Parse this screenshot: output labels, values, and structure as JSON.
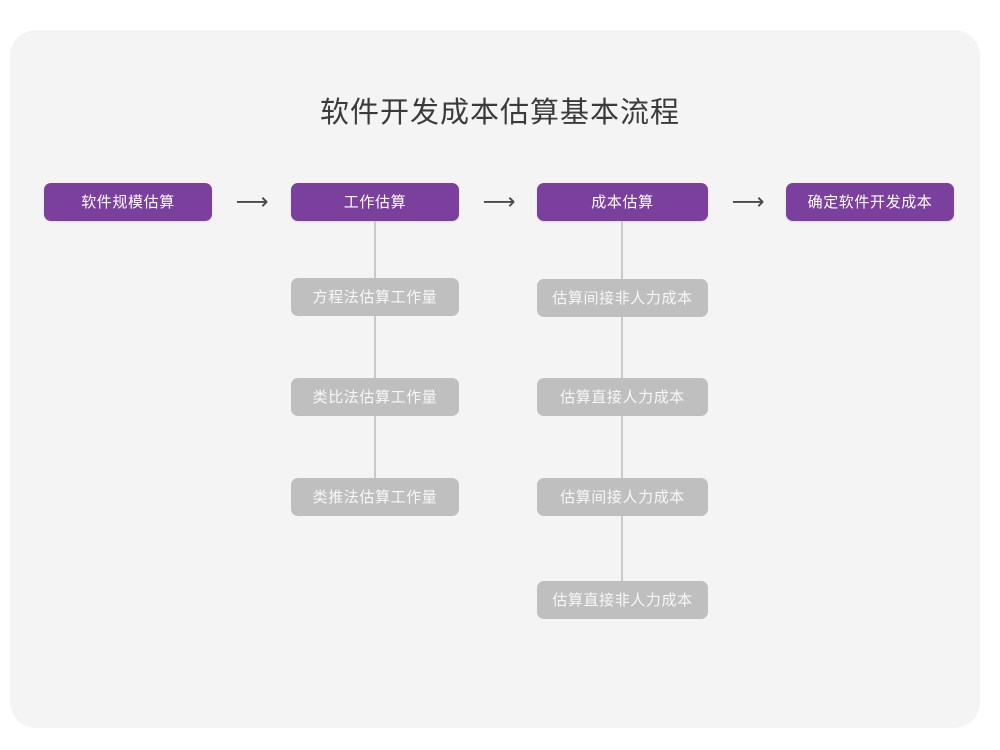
{
  "diagram": {
    "title": "软件开发成本估算基本流程",
    "colors": {
      "card_background": "#f4f4f5",
      "page_background": "#ffffff",
      "primary_node": "#7b3f9d",
      "sub_node": "#bfbfbf",
      "connector_line": "#c9c9c9",
      "title_text": "#3b3b3b",
      "arrow": "#4a4a4a"
    },
    "arrow_glyph": "⟶",
    "stages": [
      {
        "id": "stage-1",
        "label": "软件规模估算",
        "substeps": []
      },
      {
        "id": "stage-2",
        "label": "工作估算",
        "substeps": [
          "方程法估算工作量",
          "类比法估算工作量",
          "类推法估算工作量"
        ]
      },
      {
        "id": "stage-3",
        "label": "成本估算",
        "substeps": [
          "估算间接非人力成本",
          "估算直接人力成本",
          "估算间接人力成本",
          "估算直接非人力成本"
        ]
      },
      {
        "id": "stage-4",
        "label": "确定软件开发成本",
        "substeps": []
      }
    ],
    "arrows": [
      "⟶",
      "⟶",
      "⟶"
    ]
  }
}
